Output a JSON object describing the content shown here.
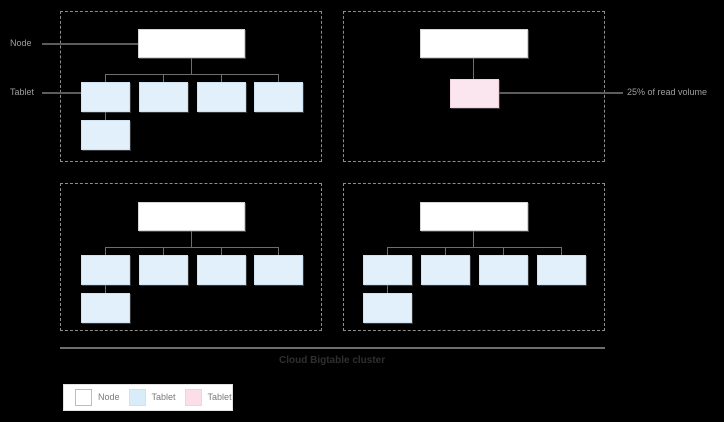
{
  "diagram": {
    "title": "Cloud Bigtable cluster",
    "background_color": "#000000",
    "node_color": "#ffffff",
    "tablet_color": "#e1f0fb",
    "hot_tablet_color": "#fbe6ef",
    "frame_color": "#8d8d8d",
    "connector_color": "#6e6e6e",
    "label_color": "#9e9e9e"
  },
  "side_labels": {
    "node": "Node",
    "tablet": "Tablet"
  },
  "callout": {
    "hot_tablet": "25% of read volume"
  },
  "quadrants": [
    {
      "id": "top-left",
      "node_label": "",
      "tablet_count": 5,
      "hot": false
    },
    {
      "id": "top-right",
      "node_label": "",
      "tablet_count": 1,
      "hot": true
    },
    {
      "id": "bottom-left",
      "node_label": "",
      "tablet_count": 5,
      "hot": false
    },
    {
      "id": "bottom-right",
      "node_label": "",
      "tablet_count": 5,
      "hot": false
    }
  ],
  "legend": {
    "items": [
      {
        "label": "Node",
        "swatch": "node",
        "color": "#ffffff"
      },
      {
        "label": "Tablet",
        "swatch": "tablet",
        "color": "#d8ecfa"
      },
      {
        "label": "Tablet",
        "swatch": "hot",
        "color": "#fadfe9"
      }
    ]
  }
}
